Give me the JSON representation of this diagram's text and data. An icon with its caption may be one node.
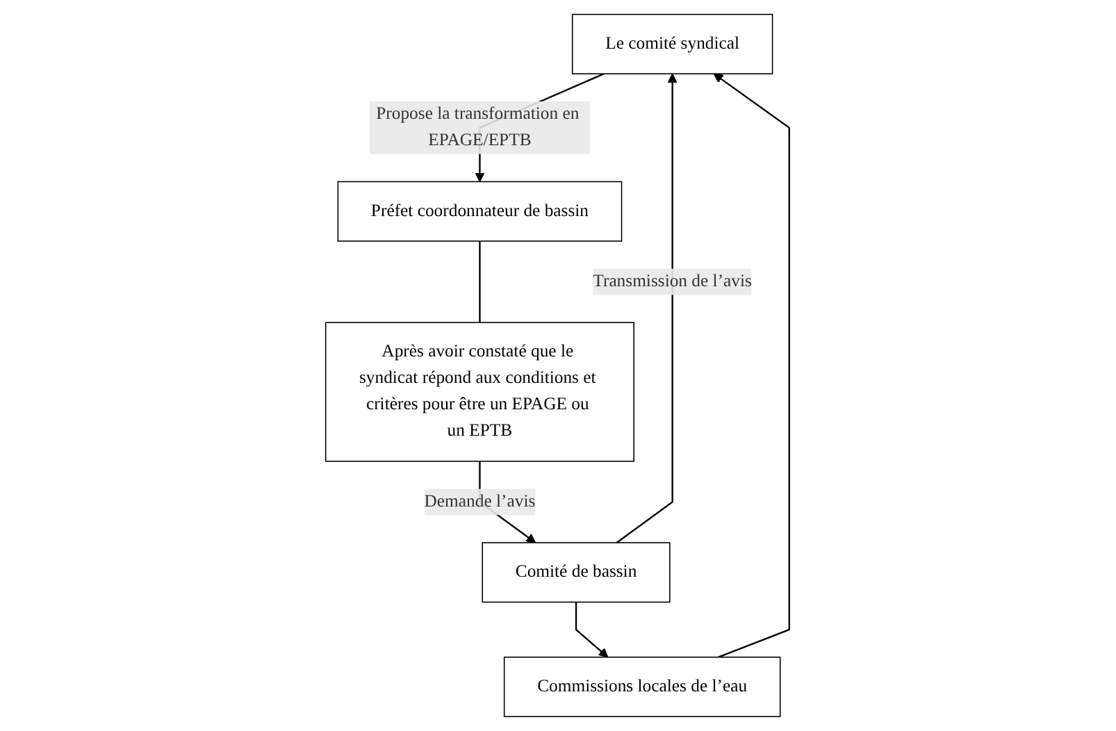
{
  "diagram": {
    "nodes": [
      {
        "text": [
          "Le comité syndical"
        ]
      },
      {
        "text": [
          "Préfet coordonnateur de bassin"
        ]
      },
      {
        "text": [
          "Après avoir constaté que le syndicat répond aux conditions et critères pour être un EPAGE ou un EPTB"
        ]
      },
      {
        "text": [
          "Comité de bassin"
        ]
      },
      {
        "text": [
          "Commissions locales de l’eau"
        ]
      }
    ],
    "edges": [
      {
        "from": 0,
        "to": 1,
        "arrow": "to",
        "label": "Propose la transformation en EPAGE/EPTB"
      },
      {
        "from": 1,
        "to": 2,
        "arrow": "none"
      },
      {
        "from": 2,
        "to": 3,
        "arrow": "to",
        "label": "Demande l’avis"
      },
      {
        "from": 3,
        "to": 4,
        "arrow": "to"
      },
      {
        "from": 3,
        "to": 0,
        "arrow": "to",
        "label": "Transmission de l’avis"
      },
      {
        "from": 4,
        "to": 0,
        "arrow": "to"
      }
    ]
  }
}
